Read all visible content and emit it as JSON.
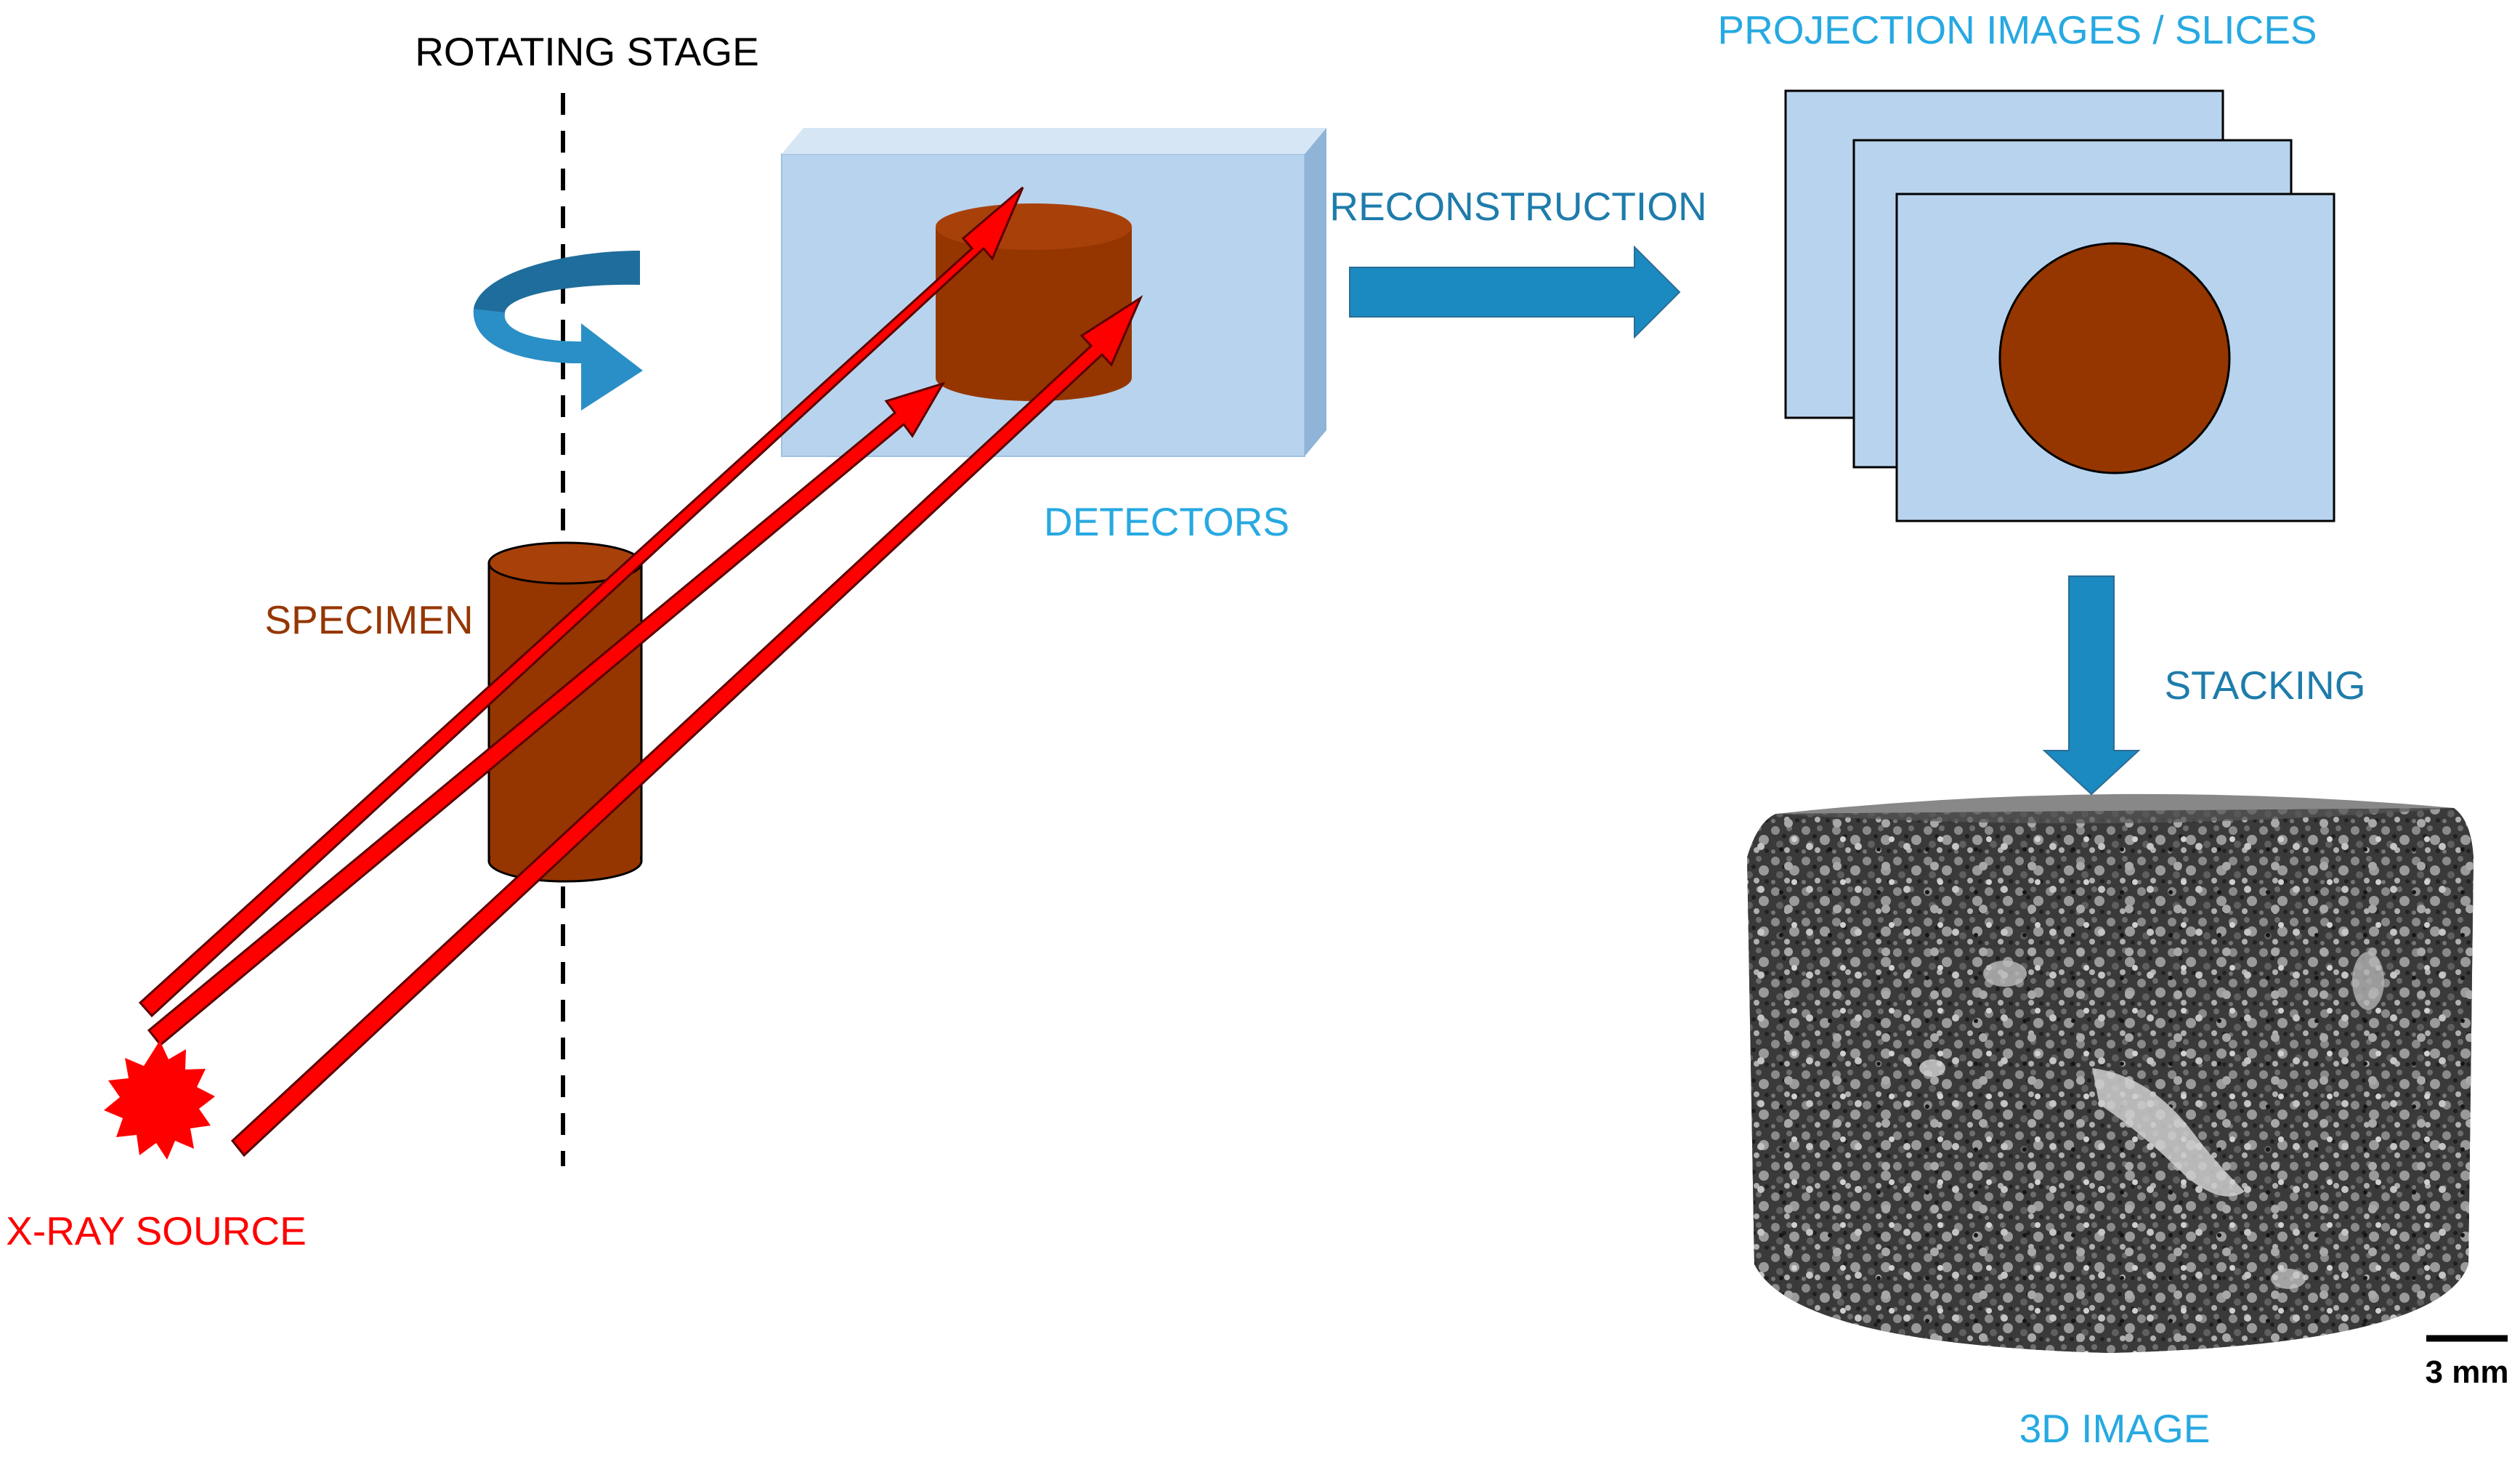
{
  "labels": {
    "rotating_stage": "ROTATING STAGE",
    "specimen": "SPECIMEN",
    "xray_source": "X-RAY SOURCE",
    "detectors": "DETECTORS",
    "reconstruction": "RECONSTRUCTION",
    "projection_images": "PROJECTION IMAGES / SLICES",
    "stacking": "STACKING",
    "image_3d": "3D IMAGE",
    "scale_bar": "3 mm"
  },
  "colors": {
    "black_text": "#000000",
    "specimen_brown": "#953600",
    "xray_red": "#ff0000",
    "light_blue_text": "#27a9e1",
    "dark_blue_text": "#1e7cab",
    "process_arrow": "#1a8ac1",
    "detector_fill": "#b8d3ed",
    "rotation_arrow": "#2a8fc6"
  }
}
